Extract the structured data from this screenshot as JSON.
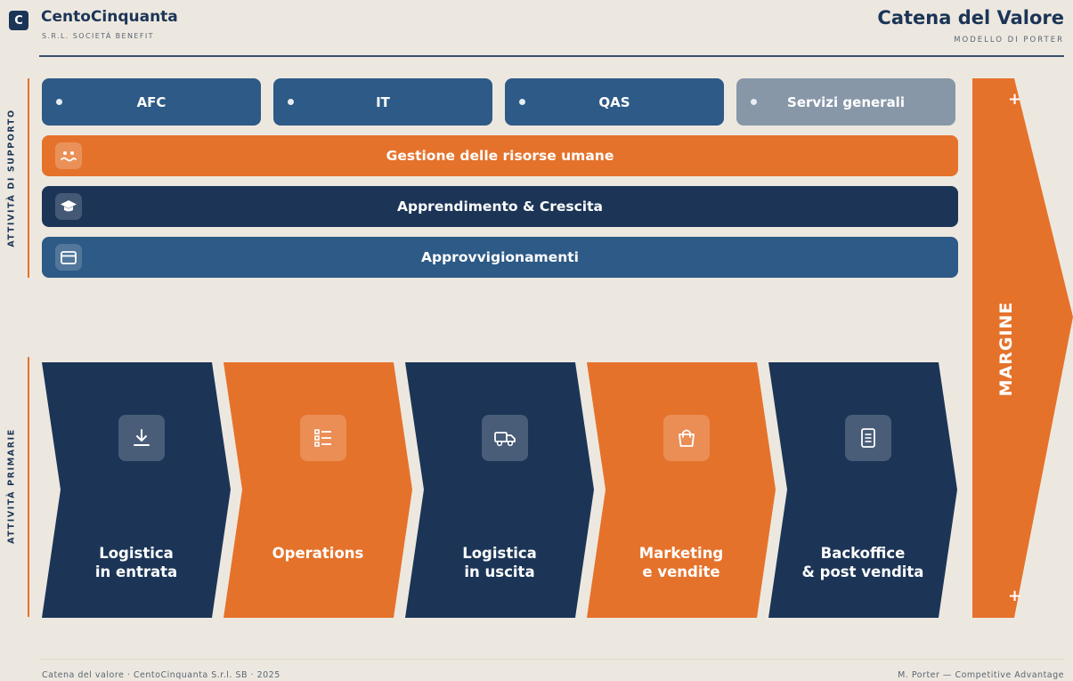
{
  "header": {
    "logo_letter": "C",
    "brand_name": "CentoCinquanta",
    "brand_sub": "S.R.L. SOCIETÀ BENEFIT",
    "title": "Catena del Valore",
    "subtitle": "MODELLO DI PORTER"
  },
  "sections": {
    "support_label": "ATTIVITÀ DI SUPPORTO",
    "primary_label": "ATTIVITÀ PRIMARIE"
  },
  "support": {
    "pills": [
      {
        "label": "AFC",
        "color": "#2d5a86"
      },
      {
        "label": "IT",
        "color": "#2d5a86"
      },
      {
        "label": "QAS",
        "color": "#2d5a86"
      },
      {
        "label": "Servizi generali",
        "color": "#8797a8"
      }
    ],
    "bars": [
      {
        "label": "Gestione delle risorse umane",
        "icon": "people-icon",
        "color": "#e5722b"
      },
      {
        "label": "Apprendimento & Crescita",
        "icon": "graduation-cap-icon",
        "color": "#1c3557"
      },
      {
        "label": "Approvvigionamenti",
        "icon": "box-icon",
        "color": "#2d5a86"
      }
    ]
  },
  "primary": [
    {
      "label": "Logistica\nin entrata",
      "icon": "download-icon",
      "color": "#1c3557"
    },
    {
      "label": "Operations",
      "icon": "list-icon",
      "color": "#e5722b"
    },
    {
      "label": "Logistica\nin uscita",
      "icon": "truck-icon",
      "color": "#1c3557"
    },
    {
      "label": "Marketing\ne vendite",
      "icon": "shopping-bag-icon",
      "color": "#e5722b"
    },
    {
      "label": "Backoffice\n& post vendita",
      "icon": "document-icon",
      "color": "#1c3557"
    }
  ],
  "margin": {
    "label": "MARGINE",
    "plus_top": "+",
    "plus_bottom": "+",
    "color": "#e5722b"
  },
  "footer": {
    "left": "Catena del valore · CentoCinquanta S.r.l. SB · 2025",
    "right": "M. Porter — Competitive Advantage"
  }
}
